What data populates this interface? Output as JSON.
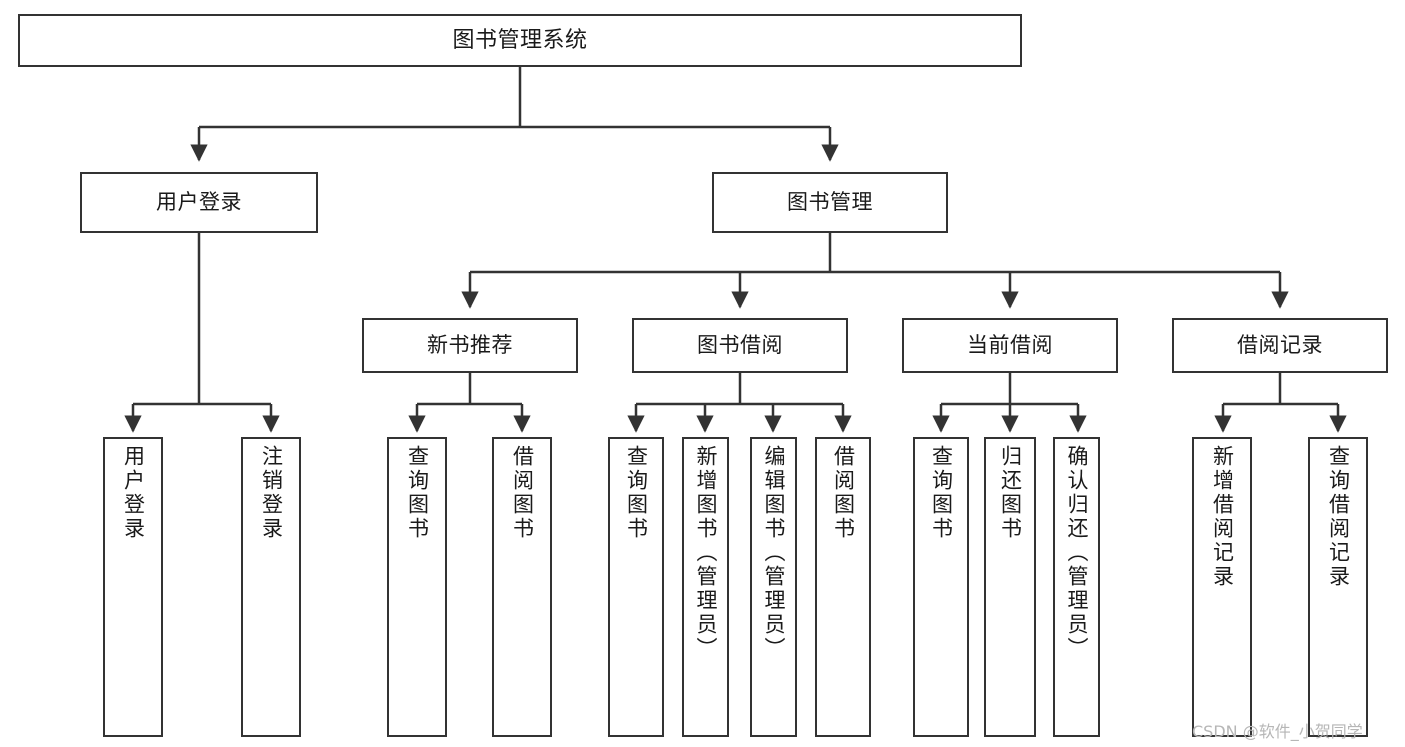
{
  "diagram": {
    "title": "图书管理系统",
    "type": "tree-hierarchy-chart",
    "orientation": "top-down",
    "box_border_color": "#333333",
    "box_fill_color": "#ffffff",
    "connector_color": "#333333",
    "watermark": "CSDN @软件_小贺同学"
  },
  "nodes": {
    "root": {
      "label": "图书管理系统"
    },
    "level2": [
      {
        "label": "用户登录"
      },
      {
        "label": "图书管理"
      }
    ],
    "level3": [
      {
        "label": "新书推荐"
      },
      {
        "label": "图书借阅"
      },
      {
        "label": "当前借阅"
      },
      {
        "label": "借阅记录"
      }
    ],
    "leaves": {
      "user_login": [
        {
          "label": "用户登录"
        },
        {
          "label": "注销登录"
        }
      ],
      "new_book_recommend": [
        {
          "label": "查询图书"
        },
        {
          "label": "借阅图书"
        }
      ],
      "book_borrow": [
        {
          "label": "查询图书"
        },
        {
          "label": "新增图书（管理员）"
        },
        {
          "label": "编辑图书（管理员）"
        },
        {
          "label": "借阅图书"
        }
      ],
      "current_borrow": [
        {
          "label": "查询图书"
        },
        {
          "label": "归还图书"
        },
        {
          "label": "确认归还（管理员）"
        }
      ],
      "borrow_record": [
        {
          "label": "新增借阅记录"
        },
        {
          "label": "查询借阅记录"
        }
      ]
    }
  }
}
